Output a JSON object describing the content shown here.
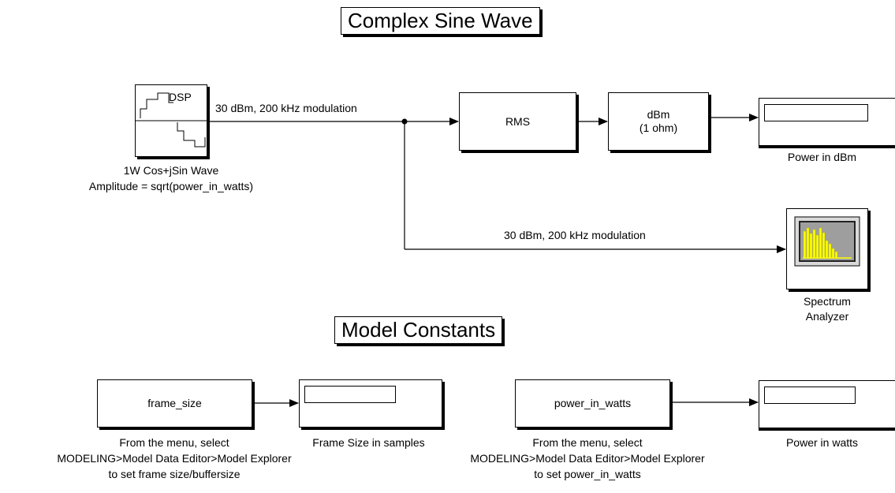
{
  "titles": {
    "section_1": "Complex Sine Wave",
    "section_2": "Model Constants"
  },
  "blocks": {
    "sine_wave": {
      "icon_text": "DSP",
      "label_line_1": "1W Cos+jSin Wave",
      "label_line_2": "Amplitude = sqrt(power_in_watts)"
    },
    "rms": {
      "text": "RMS"
    },
    "dbm": {
      "line_1": "dBm",
      "line_2": "(1 ohm)"
    },
    "power_dbm_display": {
      "label": "Power in dBm"
    },
    "spectrum_analyzer": {
      "label_line_1": "Spectrum",
      "label_line_2": "Analyzer"
    },
    "frame_size_const": {
      "text": "frame_size",
      "desc_line_1": "From the menu, select",
      "desc_line_2": "MODELING>Model Data Editor>Model Explorer",
      "desc_line_3": "to set frame size/buffersize"
    },
    "frame_size_display": {
      "label": "Frame Size in samples"
    },
    "power_watts_const": {
      "text": "power_in_watts",
      "desc_line_1": "From the menu, select",
      "desc_line_2": "MODELING>Model Data Editor>Model Explorer",
      "desc_line_3": "to set power_in_watts"
    },
    "power_watts_display": {
      "label": "Power in watts"
    }
  },
  "signals": {
    "top_label": "30 dBm, 200 kHz modulation",
    "branch_label": "30 dBm, 200 kHz modulation"
  },
  "colors": {
    "spectrum_screen": "#9e9e9e",
    "spectrum_bars": "#ffff00"
  }
}
